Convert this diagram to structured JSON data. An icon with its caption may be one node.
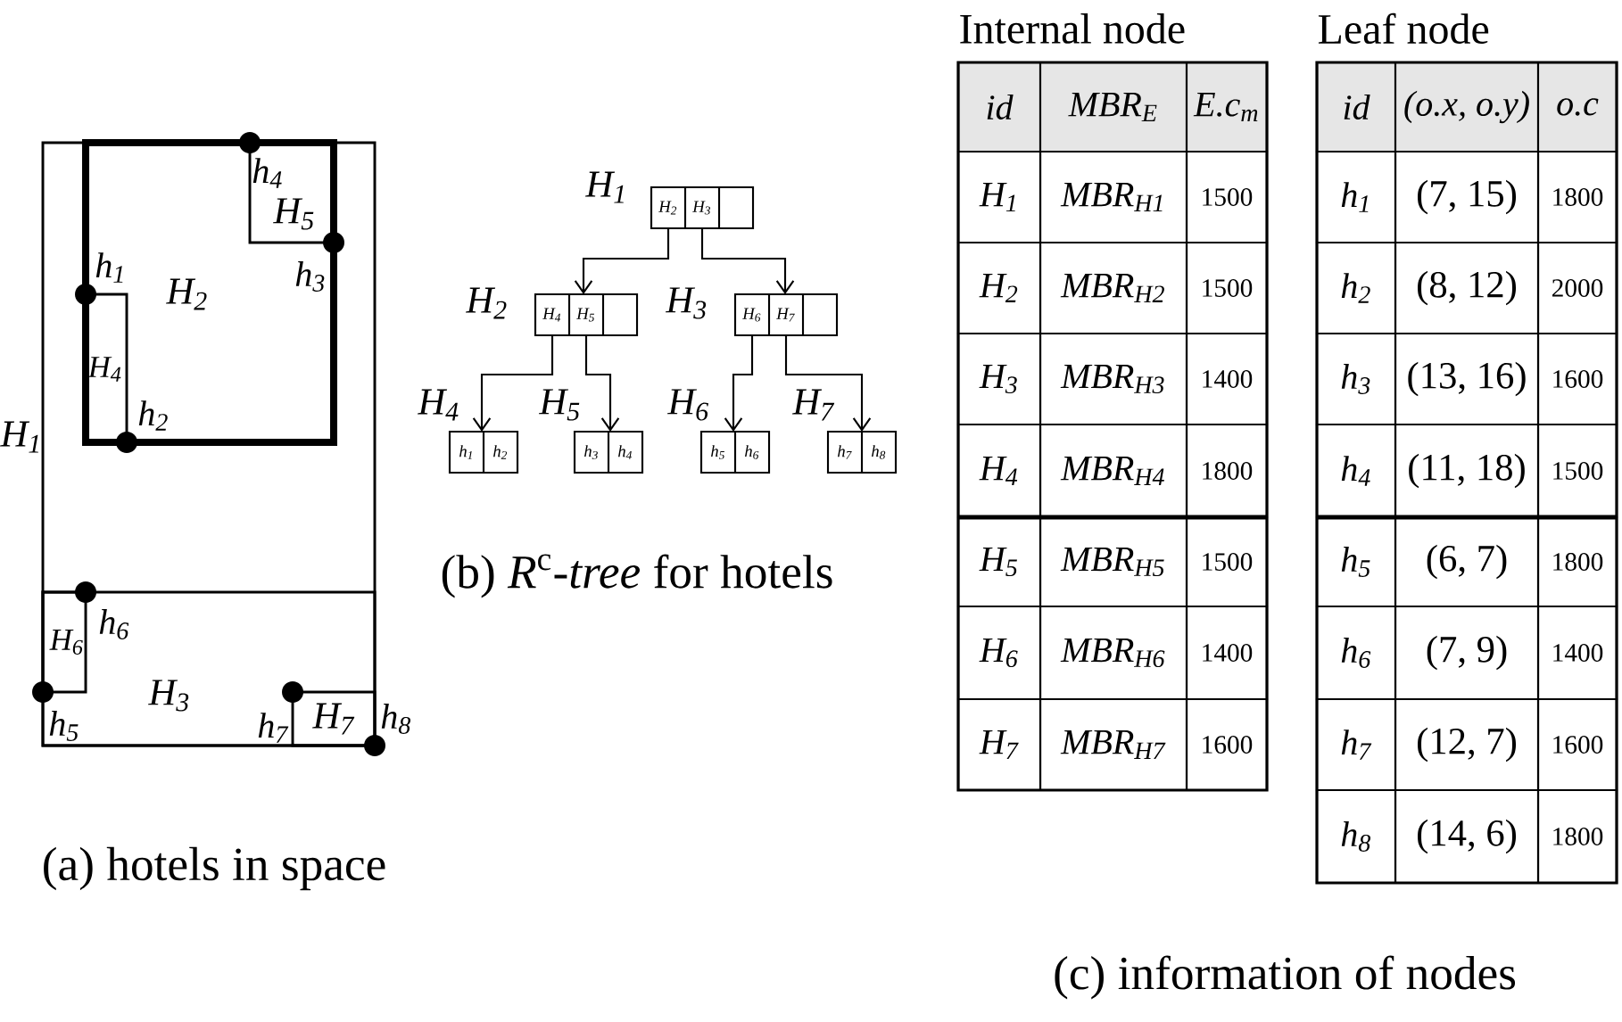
{
  "diagram": {
    "nodes": [
      {
        "text": [
          "H$_{1}$"
        ]
      },
      {
        "text": [
          "H$_{2}$"
        ],
        "in": 0
      },
      {
        "text": [
          "H$_{4}$"
        ],
        "in": 1
      },
      {
        "text": [
          "H$_{5}$"
        ],
        "in": 1
      },
      {
        "text": [
          "H$_{3}$"
        ],
        "in": 0
      },
      {
        "text": [
          "H$_{6}$"
        ],
        "in": 4
      },
      {
        "text": [
          "H$_{7}$"
        ],
        "in": 4
      },
      {
        "text": [
          "H$_{2}$",
          "H$_{3}$"
        ],
        "beside": [
          "H$_{1}$"
        ]
      },
      {
        "text": [
          "H$_{4}$",
          "H$_{5}$"
        ],
        "beside": [
          "H$_{2}$"
        ]
      },
      {
        "text": [
          "H$_{6}$",
          "H$_{7}$"
        ],
        "beside": [
          "H$_{3}$"
        ]
      },
      {
        "text": [
          "h$_{1}$",
          "h$_{2}$"
        ],
        "beside": [
          "H$_{4}$"
        ]
      },
      {
        "text": [
          "h$_{3}$",
          "h$_{4}$"
        ],
        "beside": [
          "H$_{5}$"
        ]
      },
      {
        "text": [
          "h$_{5}$",
          "h$_{6}$"
        ],
        "beside": [
          "H$_{6}$"
        ]
      },
      {
        "text": [
          "h$_{7}$",
          "h$_{8}$"
        ],
        "beside": [
          "H$_{7}$"
        ]
      }
    ],
    "edges": [
      {
        "from": 7,
        "to": 8,
        "arrow": "to"
      },
      {
        "from": 7,
        "to": 9,
        "arrow": "to"
      },
      {
        "from": 8,
        "to": 10,
        "arrow": "to"
      },
      {
        "from": 8,
        "to": 11,
        "arrow": "to"
      },
      {
        "from": 9,
        "to": 12,
        "arrow": "to"
      },
      {
        "from": 9,
        "to": 13,
        "arrow": "to"
      }
    ],
    "labels": [
      "h$_{1}$",
      "h$_{2}$",
      "h$_{3}$",
      "h$_{4}$",
      "h$_{5}$",
      "h$_{6}$",
      "h$_{7}$",
      "h$_{8}$",
      "(a) hotels in space",
      "(b) *R*$^{c}$*-tree* for hotels",
      "Internal node",
      "id",
      "MBR$_{E}$",
      "E.c$_{m}$",
      "H$_{1}$",
      "MBR$_{H1}$",
      "1500",
      "H$_{2}$",
      "MBR$_{H2}$",
      "1500",
      "H$_{3}$",
      "MBR$_{H3}$",
      "1400",
      "H$_{4}$",
      "MBR$_{H4}$",
      "1800",
      "H$_{5}$",
      "MBR$_{H5}$",
      "1500",
      "H$_{6}$",
      "MBR$_{H6}$",
      "1400",
      "H$_{7}$",
      "MBR$_{H7}$",
      "1600",
      "Leaf node",
      "id",
      "(o.x, o.y)",
      "o.c",
      "h$_{1}$",
      "(7, 15)",
      "1800",
      "h$_{2}$",
      "(8, 12)",
      "2000",
      "h$_{3}$",
      "(13, 16)",
      "1600",
      "h$_{4}$",
      "(11, 18)",
      "1500",
      "h$_{5}$",
      "(6, 7)",
      "1800",
      "h$_{6}$",
      "(7, 9)",
      "1400",
      "h$_{7}$",
      "(12, 7)",
      "1600",
      "h$_{8}$",
      "(14, 6)",
      "1800",
      "(c) information of nodes"
    ]
  }
}
